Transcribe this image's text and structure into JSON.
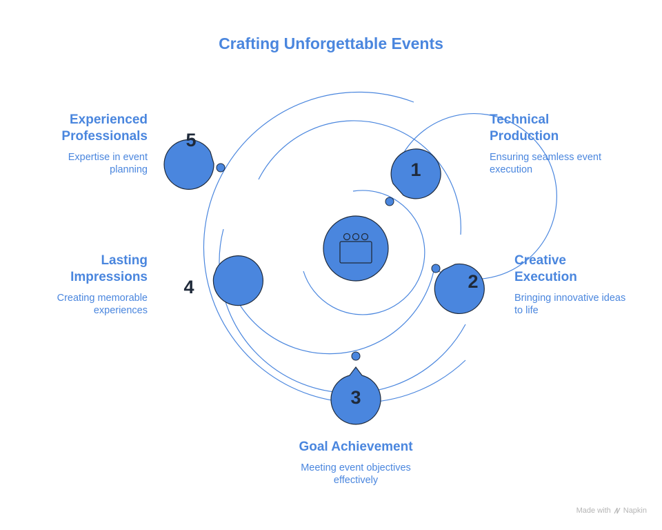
{
  "title": "Crafting Unforgettable Events",
  "colors": {
    "accent": "#4a86de",
    "badge_fill": "#4a86de",
    "badge_stroke": "#1f2a3a",
    "ring": "#4a86de"
  },
  "center_icon": "event-calendar-icon",
  "steps": [
    {
      "number": "1",
      "title_lines": [
        "Technical",
        "Production"
      ],
      "desc_lines": [
        "Ensuring seamless event",
        "execution"
      ]
    },
    {
      "number": "2",
      "title_lines": [
        "Creative",
        "Execution"
      ],
      "desc_lines": [
        "Bringing innovative ideas",
        "to life"
      ]
    },
    {
      "number": "3",
      "title_lines": [
        "Goal Achievement"
      ],
      "desc_lines": [
        "Meeting event objectives",
        "effectively"
      ]
    },
    {
      "number": "4",
      "title_lines": [
        "Lasting",
        "Impressions"
      ],
      "desc_lines": [
        "Creating memorable",
        "experiences"
      ]
    },
    {
      "number": "5",
      "title_lines": [
        "Experienced",
        "Professionals"
      ],
      "desc_lines": [
        "Expertise in event",
        "planning"
      ]
    }
  ],
  "footer": {
    "made_with": "Made with",
    "brand": "Napkin"
  }
}
